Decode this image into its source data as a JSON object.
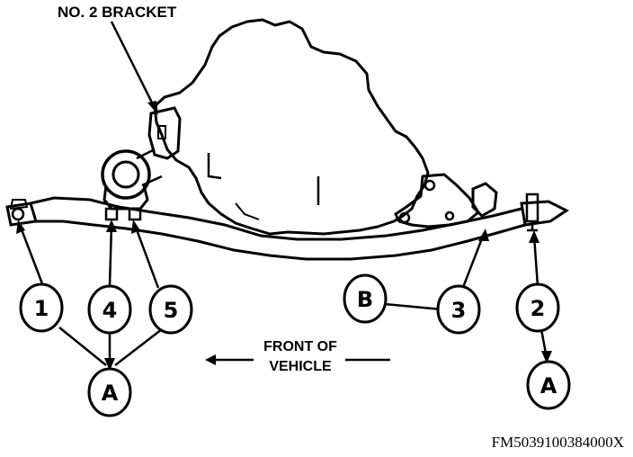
{
  "labels": {
    "bracket": "NO. 2 BRACKET",
    "front_line1": "FRONT OF",
    "front_line2": "VEHICLE"
  },
  "callouts": {
    "c1": "1",
    "c4": "4",
    "c5": "5",
    "cB": "B",
    "c3": "3",
    "c2": "2",
    "cA_left": "A",
    "cA_right": "A"
  },
  "figure_id": "FM5039100384000X",
  "colors": {
    "ink": "#000000",
    "paper": "#ffffff"
  }
}
